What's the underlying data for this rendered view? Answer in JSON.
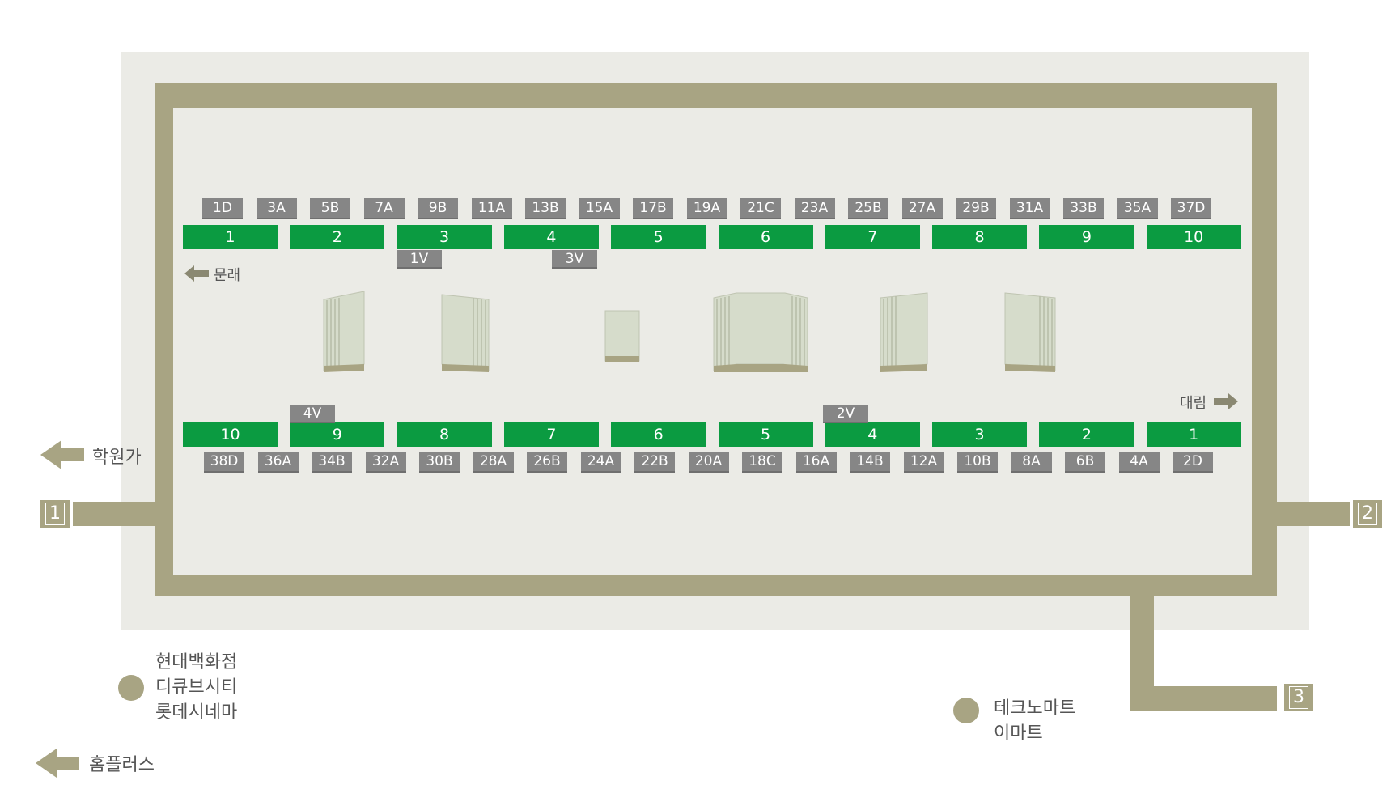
{
  "exits": [
    {
      "label": "1",
      "side": "left"
    },
    {
      "label": "2",
      "side": "right"
    },
    {
      "label": "3",
      "side": "bottom-right"
    }
  ],
  "top_platforms": [
    "1",
    "2",
    "3",
    "4",
    "5",
    "6",
    "7",
    "8",
    "9",
    "10"
  ],
  "top_stops": [
    "1D",
    "3A",
    "5B",
    "7A",
    "9B",
    "11A",
    "13B",
    "15A",
    "17B",
    "19A",
    "21C",
    "23A",
    "25B",
    "27A",
    "29B",
    "31A",
    "33B",
    "35A",
    "37D"
  ],
  "top_extra_stops": [
    "1V",
    "3V"
  ],
  "bottom_platforms": [
    "10",
    "9",
    "8",
    "7",
    "6",
    "5",
    "4",
    "3",
    "2",
    "1"
  ],
  "bottom_stops": [
    "38D",
    "36A",
    "34B",
    "32A",
    "30B",
    "28A",
    "26B",
    "24A",
    "22B",
    "20A",
    "18C",
    "16A",
    "14B",
    "12A",
    "10B",
    "8A",
    "6B",
    "4A",
    "2D"
  ],
  "bottom_extra_stops": [
    "4V",
    "2V"
  ],
  "directions": {
    "mundae": "문래",
    "daerim": "대림",
    "hakwonga": "학원가",
    "homeplus": "홈플러스"
  },
  "landmarks": {
    "left": [
      "현대백화점",
      "디큐브시티",
      "롯데시네마"
    ],
    "right": [
      "테크노마트",
      "이마트"
    ]
  },
  "colors": {
    "platform": "#0b9b41",
    "bus_stop": "#868686",
    "wall": "#a8a483",
    "floor": "#ebebe6"
  }
}
